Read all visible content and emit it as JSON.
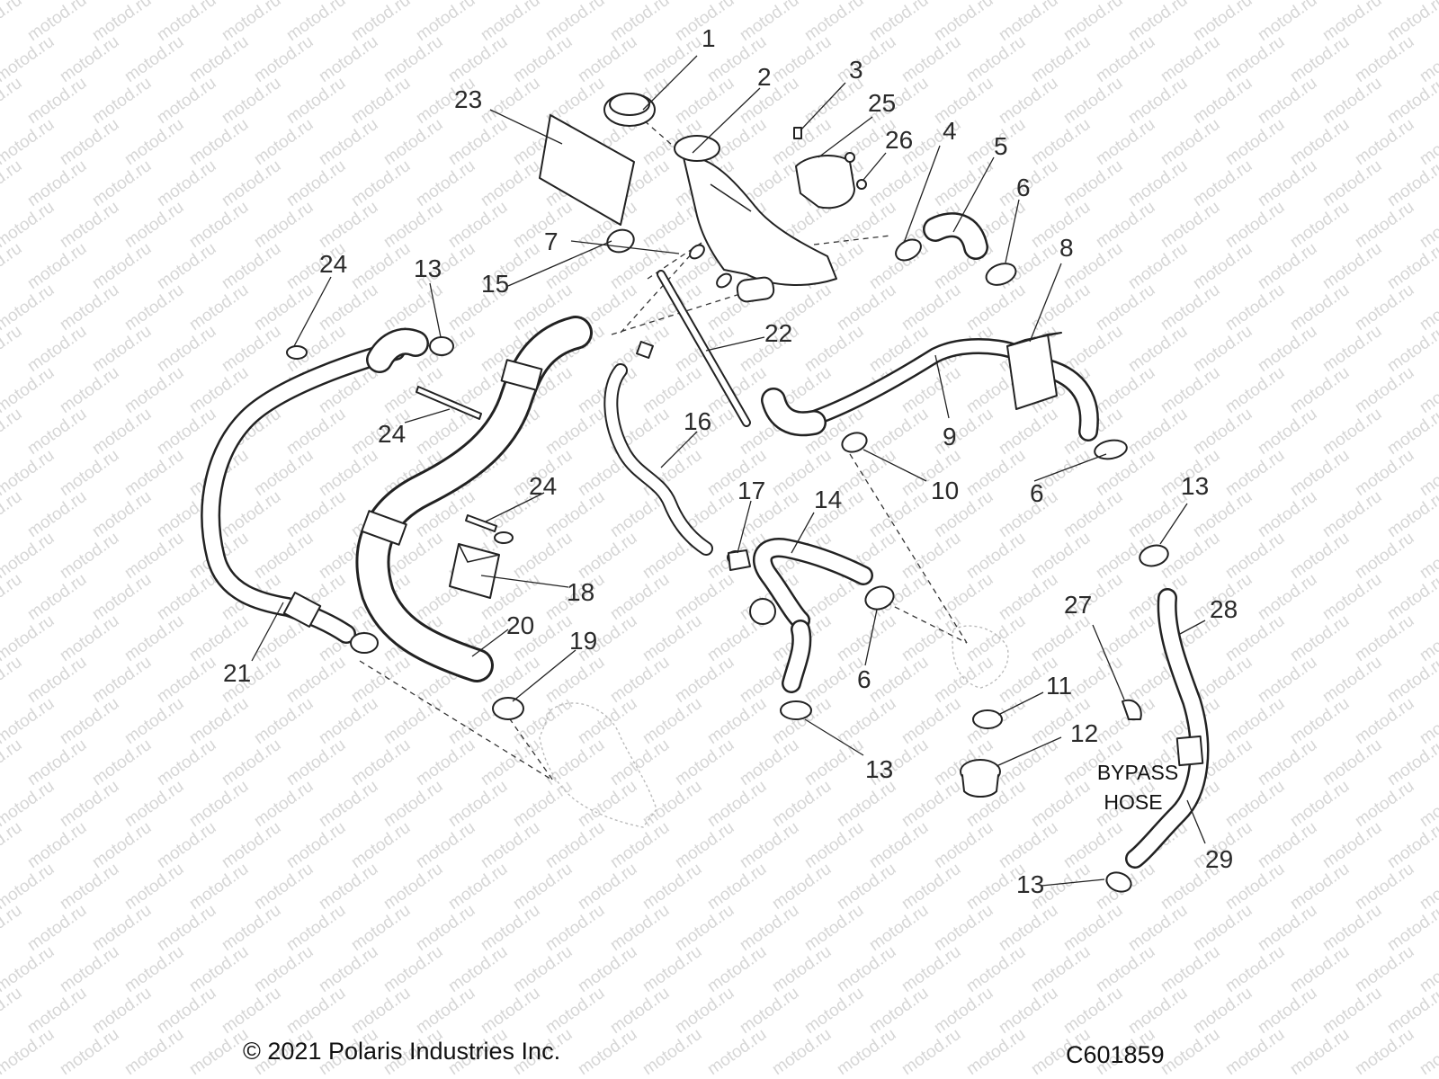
{
  "watermark": {
    "text": "motod.ru"
  },
  "callouts": [
    {
      "id": "c1",
      "label": "1"
    },
    {
      "id": "c2",
      "label": "2"
    },
    {
      "id": "c3",
      "label": "3"
    },
    {
      "id": "c25",
      "label": "25"
    },
    {
      "id": "c26",
      "label": "26"
    },
    {
      "id": "c4",
      "label": "4"
    },
    {
      "id": "c5",
      "label": "5"
    },
    {
      "id": "c6a",
      "label": "6"
    },
    {
      "id": "c23",
      "label": "23"
    },
    {
      "id": "c7",
      "label": "7"
    },
    {
      "id": "c24a",
      "label": "24"
    },
    {
      "id": "c13a",
      "label": "13"
    },
    {
      "id": "c15",
      "label": "15"
    },
    {
      "id": "c22",
      "label": "22"
    },
    {
      "id": "c8",
      "label": "8"
    },
    {
      "id": "c9",
      "label": "9"
    },
    {
      "id": "c24b",
      "label": "24"
    },
    {
      "id": "c16",
      "label": "16"
    },
    {
      "id": "c10",
      "label": "10"
    },
    {
      "id": "c6b",
      "label": "6"
    },
    {
      "id": "c13b",
      "label": "13"
    },
    {
      "id": "c24c",
      "label": "24"
    },
    {
      "id": "c17",
      "label": "17"
    },
    {
      "id": "c14",
      "label": "14"
    },
    {
      "id": "c18",
      "label": "18"
    },
    {
      "id": "c27",
      "label": "27"
    },
    {
      "id": "c28",
      "label": "28"
    },
    {
      "id": "c20",
      "label": "20"
    },
    {
      "id": "c19",
      "label": "19"
    },
    {
      "id": "c21",
      "label": "21"
    },
    {
      "id": "c6c",
      "label": "6"
    },
    {
      "id": "c11",
      "label": "11"
    },
    {
      "id": "c12",
      "label": "12"
    },
    {
      "id": "c13c",
      "label": "13"
    },
    {
      "id": "c29",
      "label": "29"
    },
    {
      "id": "c13d",
      "label": "13"
    }
  ],
  "bypass_note": {
    "line1": "BYPASS",
    "line2": "HOSE"
  },
  "footer": {
    "copyright": "© 2021 Polaris Industries Inc.",
    "code": "C601859"
  }
}
